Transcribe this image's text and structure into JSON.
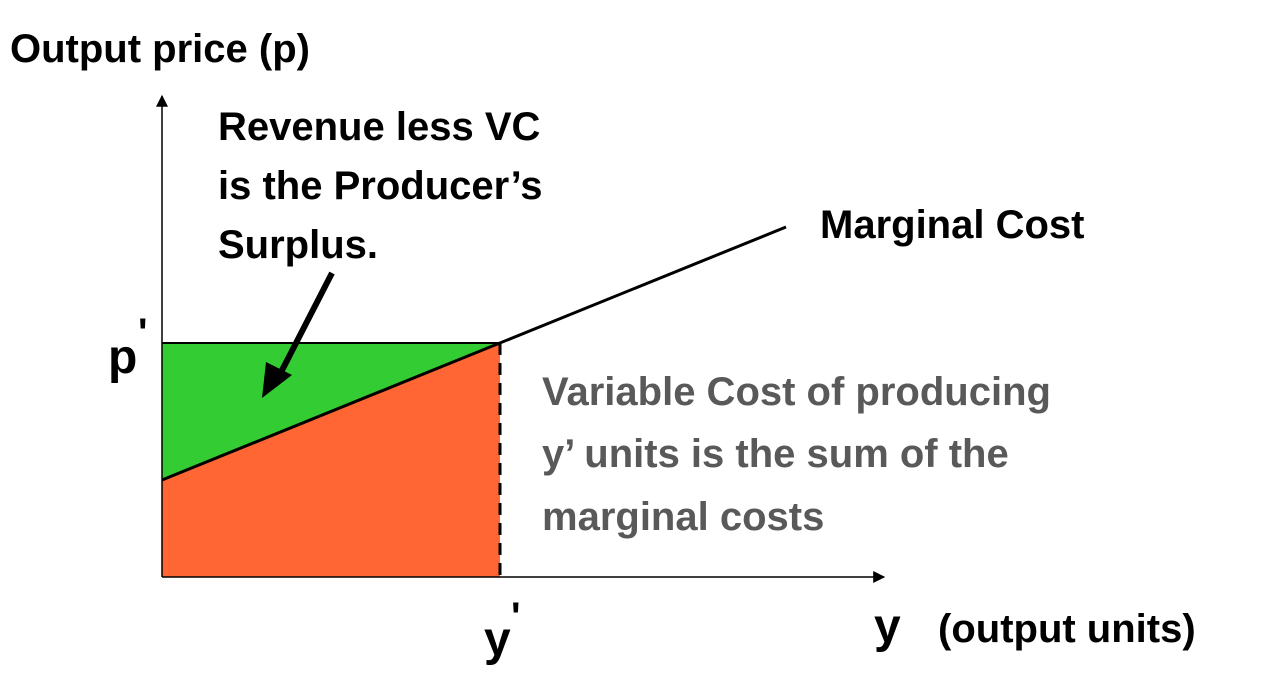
{
  "labels": {
    "y_axis": "Output price (p)",
    "x_axis": "(output units)",
    "x_var": "y",
    "p_prime": "p",
    "y_prime": "y",
    "prime_mark": "'",
    "marginal_cost": "Marginal Cost",
    "producer_surplus": [
      "Revenue less VC",
      "is the Producer’s",
      "Surplus."
    ],
    "variable_cost": [
      "Variable Cost of producing",
      "y’ units is the sum of the",
      "marginal costs"
    ]
  },
  "colors": {
    "producer_surplus_fill": "#33cc33",
    "variable_cost_fill": "#ff6633",
    "variable_cost_text": "#595959",
    "line": "#000000"
  }
}
